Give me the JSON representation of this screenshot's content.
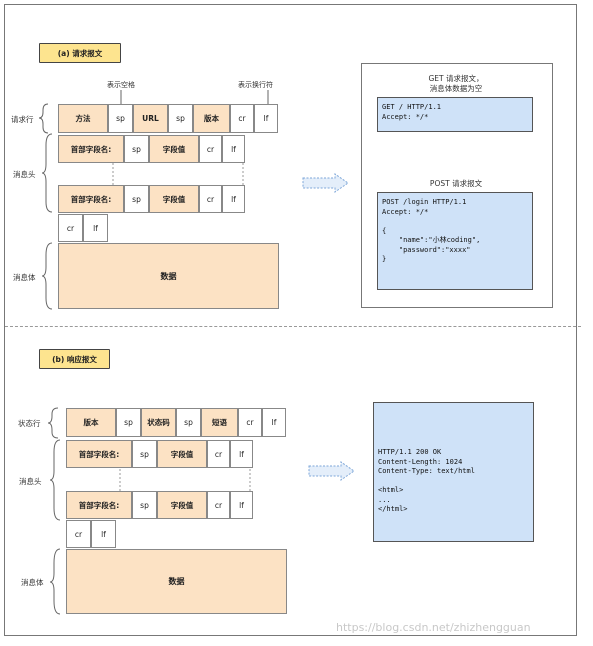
{
  "request": {
    "badge": "(a) 请求报文",
    "anno_space": "表示空格",
    "anno_newline": "表示换行符",
    "label_line": "请求行",
    "label_header": "消息头",
    "label_body": "消息体",
    "line_cells": [
      "方法",
      "sp",
      "URL",
      "sp",
      "版本",
      "cr",
      "lf"
    ],
    "header_row1": [
      "首部字段名:",
      "sp",
      "字段值",
      "cr",
      "lf"
    ],
    "header_row2": [
      "首部字段名:",
      "sp",
      "字段值",
      "cr",
      "lf"
    ],
    "crlf": [
      "cr",
      "lf"
    ],
    "body_text": "数据",
    "get_caption": "GET 请求报文，\n消息体数据为空",
    "get_code": "GET / HTTP/1.1\nAccept: */*",
    "post_caption": "POST 请求报文",
    "post_code": "POST /login HTTP/1.1\nAccept: */*\n\n{\n    \"name\":\"小林coding\",\n    \"password\":\"xxxx\"\n}"
  },
  "response": {
    "badge": "(b) 响应报文",
    "label_line": "状态行",
    "label_header": "消息头",
    "label_body": "消息体",
    "line_cells": [
      "版本",
      "sp",
      "状态码",
      "sp",
      "短语",
      "cr",
      "lf"
    ],
    "header_row1": [
      "首部字段名:",
      "sp",
      "字段值",
      "cr",
      "lf"
    ],
    "header_row2": [
      "首部字段名:",
      "sp",
      "字段值",
      "cr",
      "lf"
    ],
    "crlf": [
      "cr",
      "lf"
    ],
    "body_text": "数据",
    "code": "HTTP/1.1 200 OK\nContent-Length: 1024\nContent-Type: text/html\n\n<html>\n...\n</html>"
  },
  "watermark": "https://blog.csdn.net/zhizhengguan",
  "colors": {
    "header_fill": "#fce2c4",
    "code_fill": "#cfe2f8",
    "badge_fill": "#fde48f"
  }
}
